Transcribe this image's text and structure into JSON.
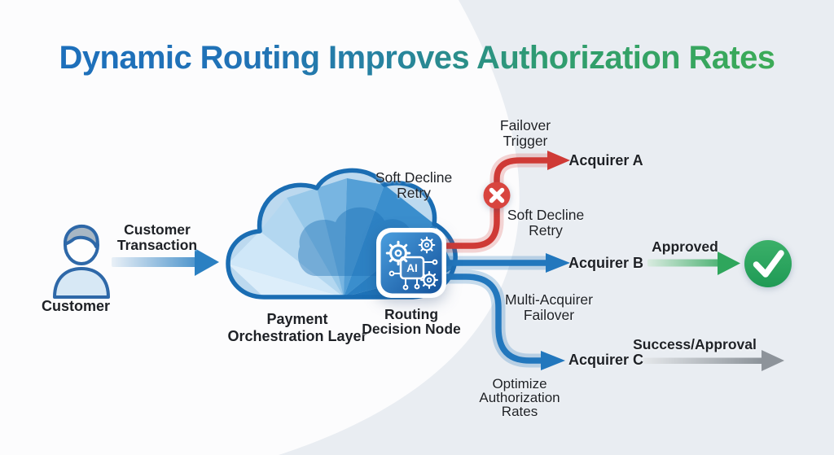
{
  "title": "Dynamic Routing Improves Authorization Rates",
  "colors": {
    "title_gradient_start": "#1d6fbb",
    "title_gradient_end": "#3cab57",
    "route_red": "#cf3a36",
    "route_blue": "#2277bd",
    "success_green": "#2fa65c",
    "neutral_gray": "#8d939a",
    "cloud_outline_blue": "#1a6db3",
    "background_band": "#e9edf2"
  },
  "customer": {
    "label": "Customer"
  },
  "input_arrow": {
    "line1": "Customer",
    "line2": "Transaction"
  },
  "cloud": {
    "line1": "Payment",
    "line2": "Orchestration Layer"
  },
  "router": {
    "line1": "Routing",
    "line2": "Decision Node",
    "chip": "AI"
  },
  "paths": {
    "soft_decline_top": {
      "line1": "Soft Decline",
      "line2": "Retry"
    },
    "failover_trigger": {
      "line1": "Failover",
      "line2": "Trigger"
    },
    "acquirer_a": {
      "label": "Acquirer A"
    },
    "soft_decline_mid": {
      "line1": "Soft Decline",
      "line2": "Retry"
    },
    "acquirer_b": {
      "label": "Acquirer B",
      "outcome": "Approved"
    },
    "multi_acquirer": {
      "line1": "Multi-Acquirer",
      "line2": "Failover"
    },
    "acquirer_c": {
      "label": "Acquirer C",
      "outcome": "Success/Approval"
    },
    "optimize": {
      "line1": "Optimize",
      "line2": "Authorization",
      "line3": "Rates"
    }
  }
}
